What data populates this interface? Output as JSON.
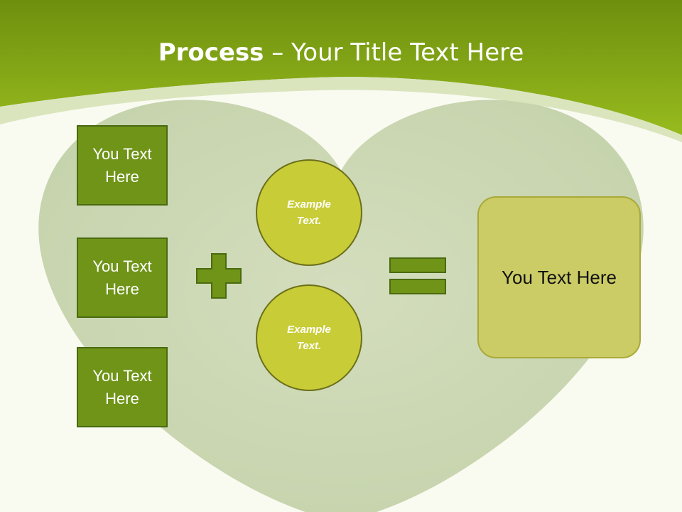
{
  "title": {
    "bold": "Process",
    "rest": " – Your Title Text Here"
  },
  "left_boxes": [
    {
      "label": "You Text Here"
    },
    {
      "label": "You Text Here"
    },
    {
      "label": "You Text Here"
    }
  ],
  "circles": [
    {
      "label": "Example Text."
    },
    {
      "label": "Example Text."
    }
  ],
  "result": {
    "label": "You Text Here"
  },
  "colors": {
    "header_green": "#8fb41c",
    "box_green": "#6f9418",
    "circle_fill": "#c8cc36",
    "result_fill": "#cccc66",
    "operator_fill": "#6f9418"
  },
  "icons": {
    "background": "grass-heart",
    "operator_1": "plus-icon",
    "operator_2": "equals-icon"
  }
}
